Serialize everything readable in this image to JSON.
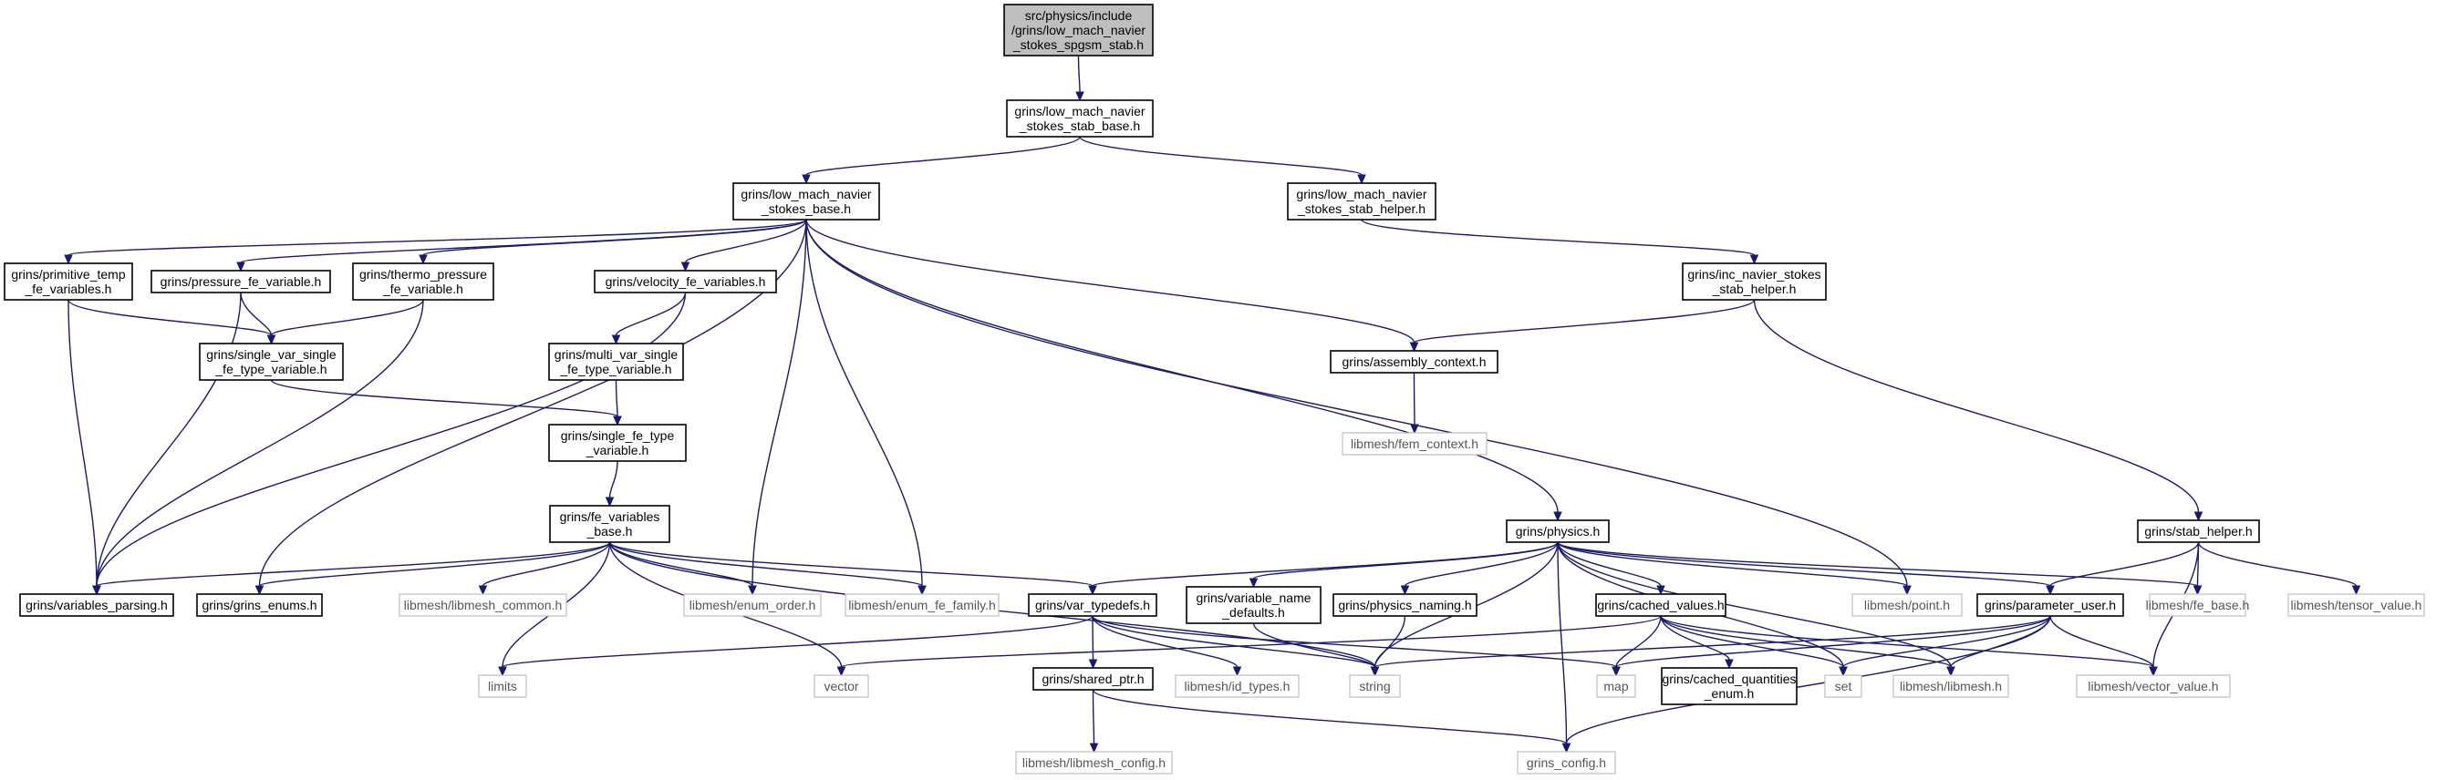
{
  "graph": {
    "nodes": [
      {
        "id": "root",
        "kind": "root",
        "lines": [
          "src/physics/include",
          "/grins/low_mach_navier",
          "_stokes_spgsm_stab.h"
        ]
      },
      {
        "id": "stab_base",
        "kind": "local",
        "lines": [
          "grins/low_mach_navier",
          "_stokes_stab_base.h"
        ]
      },
      {
        "id": "base",
        "kind": "local",
        "lines": [
          "grins/low_mach_navier",
          "_stokes_base.h"
        ]
      },
      {
        "id": "stab_helper_lm",
        "kind": "local",
        "lines": [
          "grins/low_mach_navier",
          "_stokes_stab_helper.h"
        ]
      },
      {
        "id": "prim_temp",
        "kind": "local",
        "lines": [
          "grins/primitive_temp",
          "_fe_variables.h"
        ]
      },
      {
        "id": "pressure",
        "kind": "local",
        "lines": [
          "grins/pressure_fe_variable.h"
        ]
      },
      {
        "id": "thermo",
        "kind": "local",
        "lines": [
          "grins/thermo_pressure",
          "_fe_variable.h"
        ]
      },
      {
        "id": "velocity",
        "kind": "local",
        "lines": [
          "grins/velocity_fe_variables.h"
        ]
      },
      {
        "id": "inc_helper",
        "kind": "local",
        "lines": [
          "grins/inc_navier_stokes",
          "_stab_helper.h"
        ]
      },
      {
        "id": "single_var",
        "kind": "local",
        "lines": [
          "grins/single_var_single",
          "_fe_type_variable.h"
        ]
      },
      {
        "id": "multi_var",
        "kind": "local",
        "lines": [
          "grins/multi_var_single",
          "_fe_type_variable.h"
        ]
      },
      {
        "id": "assembly",
        "kind": "local",
        "lines": [
          "grins/assembly_context.h"
        ]
      },
      {
        "id": "fem_context",
        "kind": "ext",
        "lines": [
          "libmesh/fem_context.h"
        ]
      },
      {
        "id": "single_fe",
        "kind": "local",
        "lines": [
          "grins/single_fe_type",
          "_variable.h"
        ]
      },
      {
        "id": "fe_vars_base",
        "kind": "local",
        "lines": [
          "grins/fe_variables",
          "_base.h"
        ]
      },
      {
        "id": "physics",
        "kind": "local",
        "lines": [
          "grins/physics.h"
        ]
      },
      {
        "id": "stab_helper",
        "kind": "local",
        "lines": [
          "grins/stab_helper.h"
        ]
      },
      {
        "id": "var_parsing",
        "kind": "local",
        "lines": [
          "grins/variables_parsing.h"
        ]
      },
      {
        "id": "grins_enums",
        "kind": "local",
        "lines": [
          "grins/grins_enums.h"
        ]
      },
      {
        "id": "libmesh_common",
        "kind": "ext",
        "lines": [
          "libmesh/libmesh_common.h"
        ]
      },
      {
        "id": "enum_order",
        "kind": "ext",
        "lines": [
          "libmesh/enum_order.h"
        ]
      },
      {
        "id": "enum_fe_family",
        "kind": "ext",
        "lines": [
          "libmesh/enum_fe_family.h"
        ]
      },
      {
        "id": "var_typedefs",
        "kind": "local",
        "lines": [
          "grins/var_typedefs.h"
        ]
      },
      {
        "id": "var_name_defaults",
        "kind": "local",
        "lines": [
          "grins/variable_name",
          "_defaults.h"
        ]
      },
      {
        "id": "physics_naming",
        "kind": "local",
        "lines": [
          "grins/physics_naming.h"
        ]
      },
      {
        "id": "cached_values",
        "kind": "local",
        "lines": [
          "grins/cached_values.h"
        ]
      },
      {
        "id": "point",
        "kind": "ext",
        "lines": [
          "libmesh/point.h"
        ]
      },
      {
        "id": "param_user",
        "kind": "local",
        "lines": [
          "grins/parameter_user.h"
        ]
      },
      {
        "id": "fe_base",
        "kind": "ext",
        "lines": [
          "libmesh/fe_base.h"
        ]
      },
      {
        "id": "tensor_value",
        "kind": "ext",
        "lines": [
          "libmesh/tensor_value.h"
        ]
      },
      {
        "id": "limits",
        "kind": "ext",
        "lines": [
          "limits"
        ]
      },
      {
        "id": "vector",
        "kind": "ext",
        "lines": [
          "vector"
        ]
      },
      {
        "id": "shared_ptr",
        "kind": "local",
        "lines": [
          "grins/shared_ptr.h"
        ]
      },
      {
        "id": "id_types",
        "kind": "ext",
        "lines": [
          "libmesh/id_types.h"
        ]
      },
      {
        "id": "string",
        "kind": "ext",
        "lines": [
          "string"
        ]
      },
      {
        "id": "map",
        "kind": "ext",
        "lines": [
          "map"
        ]
      },
      {
        "id": "cached_quantities",
        "kind": "local",
        "lines": [
          "grins/cached_quantities",
          "_enum.h"
        ]
      },
      {
        "id": "set",
        "kind": "ext",
        "lines": [
          "set"
        ]
      },
      {
        "id": "libmesh_h",
        "kind": "ext",
        "lines": [
          "libmesh/libmesh.h"
        ]
      },
      {
        "id": "vector_value",
        "kind": "ext",
        "lines": [
          "libmesh/vector_value.h"
        ]
      },
      {
        "id": "libmesh_config",
        "kind": "ext",
        "lines": [
          "libmesh/libmesh_config.h"
        ]
      },
      {
        "id": "grins_config",
        "kind": "ext",
        "lines": [
          "grins_config.h"
        ]
      }
    ],
    "edges": [
      [
        "root",
        "stab_base"
      ],
      [
        "stab_base",
        "base"
      ],
      [
        "stab_base",
        "stab_helper_lm"
      ],
      [
        "stab_helper_lm",
        "inc_helper"
      ],
      [
        "base",
        "prim_temp"
      ],
      [
        "base",
        "pressure"
      ],
      [
        "base",
        "thermo"
      ],
      [
        "base",
        "velocity"
      ],
      [
        "base",
        "assembly"
      ],
      [
        "base",
        "physics"
      ],
      [
        "base",
        "grins_enums"
      ],
      [
        "base",
        "enum_order"
      ],
      [
        "base",
        "enum_fe_family"
      ],
      [
        "base",
        "point"
      ],
      [
        "prim_temp",
        "single_var"
      ],
      [
        "prim_temp",
        "var_parsing"
      ],
      [
        "pressure",
        "single_var"
      ],
      [
        "pressure",
        "var_parsing"
      ],
      [
        "thermo",
        "single_var"
      ],
      [
        "thermo",
        "var_parsing"
      ],
      [
        "velocity",
        "multi_var"
      ],
      [
        "velocity",
        "var_parsing"
      ],
      [
        "inc_helper",
        "assembly"
      ],
      [
        "inc_helper",
        "stab_helper"
      ],
      [
        "single_var",
        "single_fe"
      ],
      [
        "multi_var",
        "single_fe"
      ],
      [
        "assembly",
        "fem_context"
      ],
      [
        "single_fe",
        "fe_vars_base"
      ],
      [
        "fe_vars_base",
        "var_parsing"
      ],
      [
        "fe_vars_base",
        "grins_enums"
      ],
      [
        "fe_vars_base",
        "libmesh_common"
      ],
      [
        "fe_vars_base",
        "enum_order"
      ],
      [
        "fe_vars_base",
        "enum_fe_family"
      ],
      [
        "fe_vars_base",
        "var_typedefs"
      ],
      [
        "fe_vars_base",
        "limits"
      ],
      [
        "fe_vars_base",
        "vector"
      ],
      [
        "fe_vars_base",
        "string"
      ],
      [
        "physics",
        "var_typedefs"
      ],
      [
        "physics",
        "var_name_defaults"
      ],
      [
        "physics",
        "physics_naming"
      ],
      [
        "physics",
        "cached_values"
      ],
      [
        "physics",
        "point"
      ],
      [
        "physics",
        "param_user"
      ],
      [
        "physics",
        "fe_base"
      ],
      [
        "physics",
        "string"
      ],
      [
        "physics",
        "set"
      ],
      [
        "physics",
        "libmesh_h"
      ],
      [
        "physics",
        "grins_config"
      ],
      [
        "stab_helper",
        "param_user"
      ],
      [
        "stab_helper",
        "fe_base"
      ],
      [
        "stab_helper",
        "tensor_value"
      ],
      [
        "stab_helper",
        "vector_value"
      ],
      [
        "var_typedefs",
        "limits"
      ],
      [
        "var_typedefs",
        "shared_ptr"
      ],
      [
        "var_typedefs",
        "id_types"
      ],
      [
        "var_typedefs",
        "string"
      ],
      [
        "var_typedefs",
        "map"
      ],
      [
        "var_name_defaults",
        "string"
      ],
      [
        "physics_naming",
        "string"
      ],
      [
        "cached_values",
        "vector"
      ],
      [
        "cached_values",
        "map"
      ],
      [
        "cached_values",
        "cached_quantities"
      ],
      [
        "cached_values",
        "set"
      ],
      [
        "cached_values",
        "libmesh_h"
      ],
      [
        "cached_values",
        "vector_value"
      ],
      [
        "param_user",
        "string"
      ],
      [
        "param_user",
        "map"
      ],
      [
        "param_user",
        "set"
      ],
      [
        "param_user",
        "libmesh_h"
      ],
      [
        "param_user",
        "vector_value"
      ],
      [
        "param_user",
        "grins_config"
      ],
      [
        "shared_ptr",
        "libmesh_config"
      ],
      [
        "shared_ptr",
        "grins_config"
      ]
    ]
  }
}
